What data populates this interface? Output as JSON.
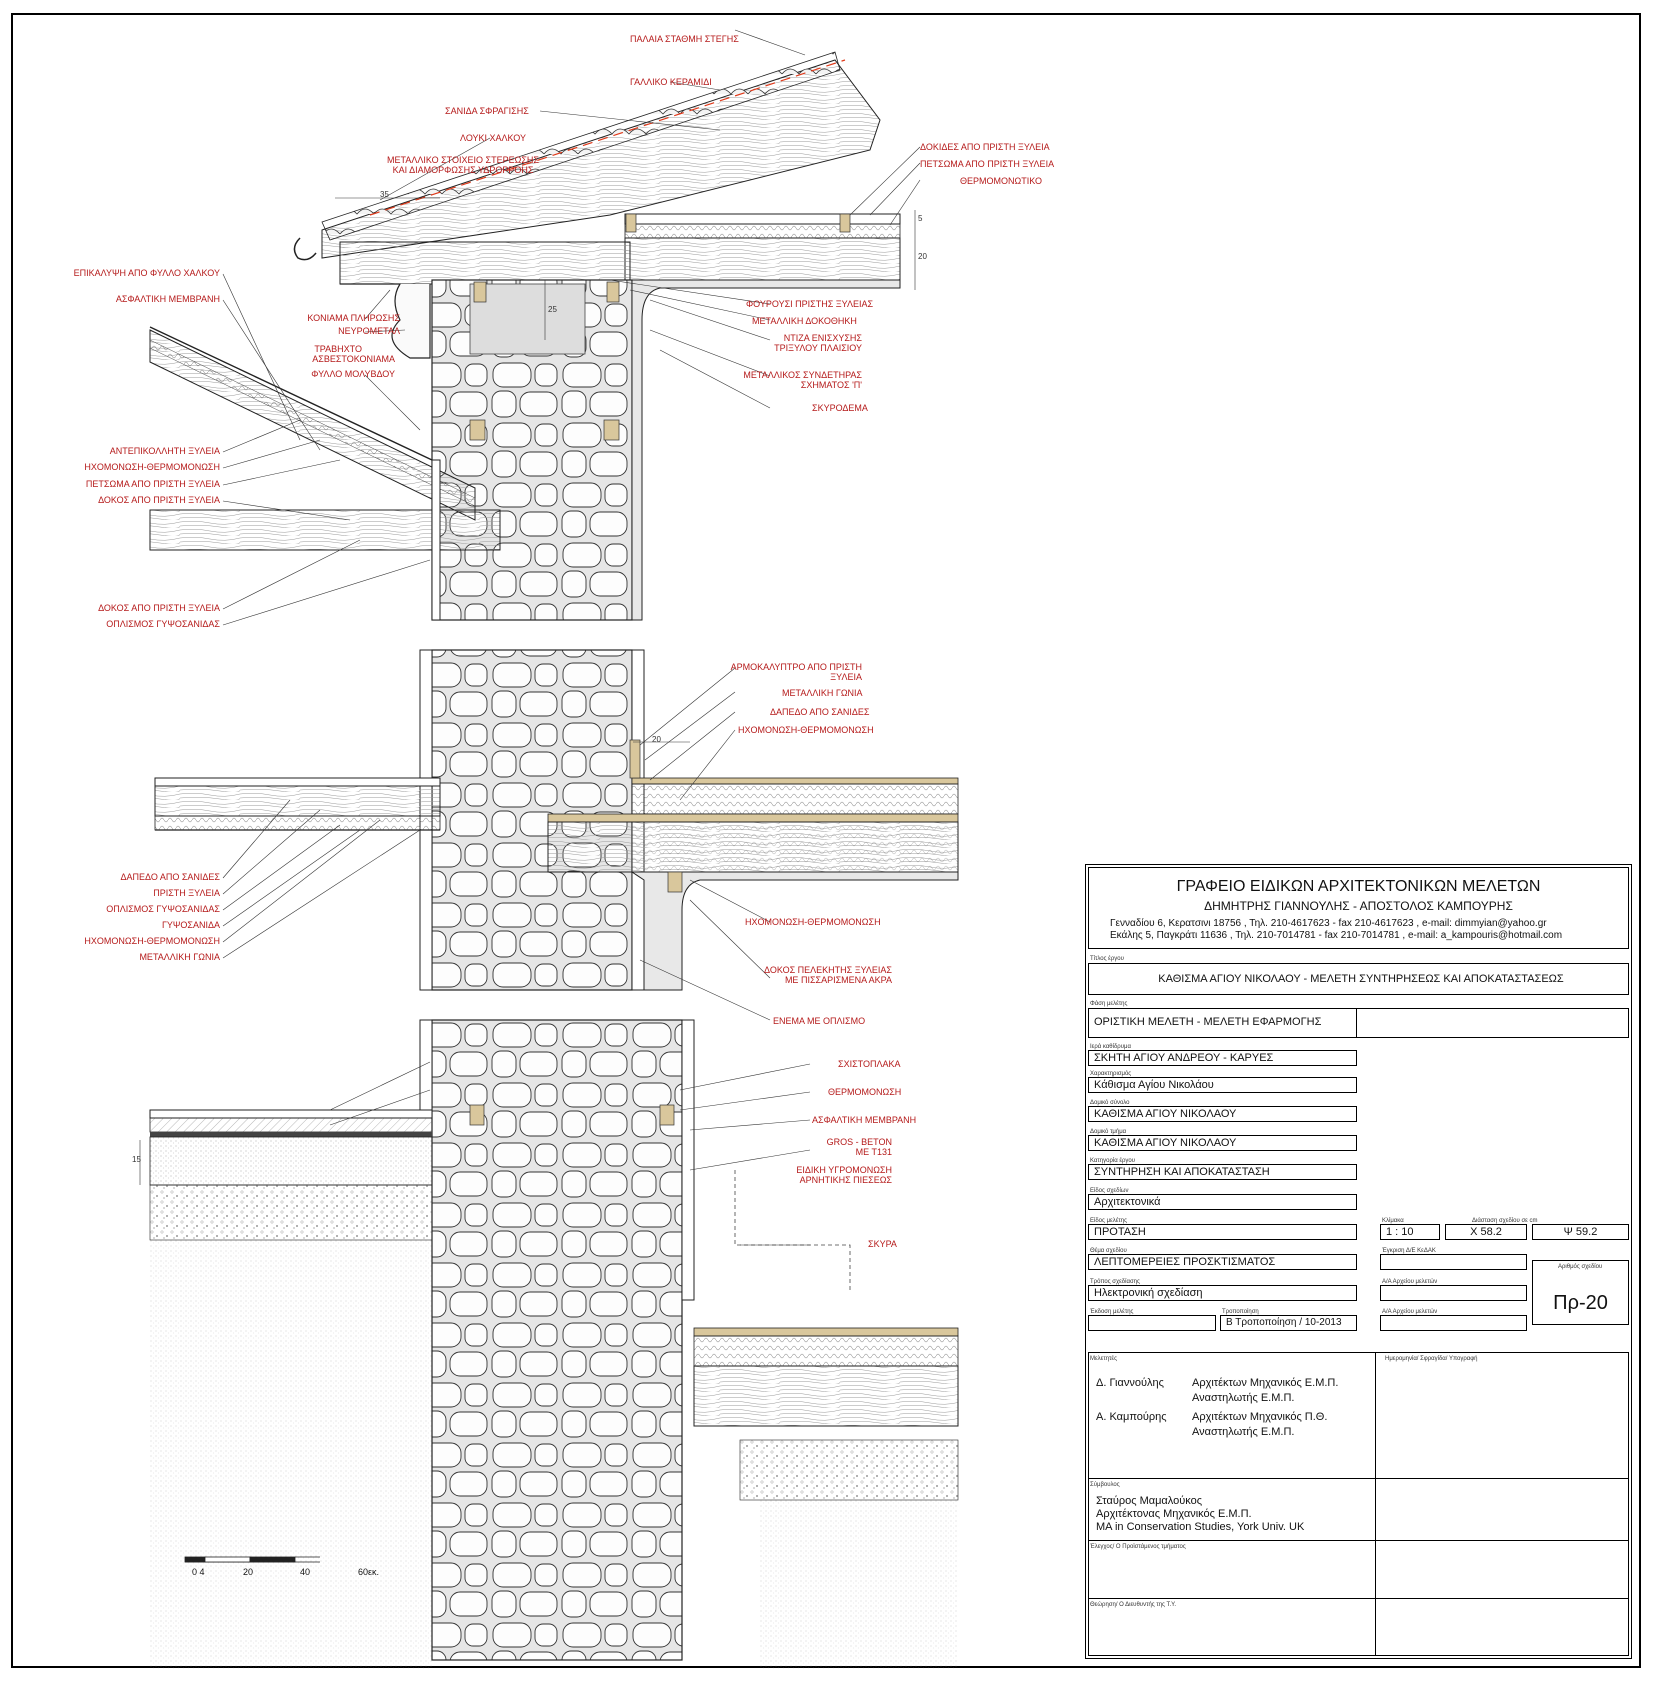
{
  "labels": {
    "palaia_stathmi": "ΠΑΛΑΙΑ ΣΤΑΘΜΗ ΣΤΕΓΗΣ",
    "galliko": "ΓΑΛΛΙΚΟ ΚΕΡΑΜΙΔΙ",
    "sanida": "ΣΑΝΙΔΑ ΣΦΡΑΓΙΣΗΣ",
    "louki": "ΛΟΥΚΙ ΧΑΛΚΟΥ",
    "metalliko_1": "ΜΕΤΑΛΛΙΚΟ ΣΤΟΙΧΕΙΟ ΣΤΕΡΕΩΣΗΣ",
    "metalliko_2": "ΚΑΙ ΔΙΑΜΟΡΦΩΣΗΣ ΥΔΡΟΡΡΟΗΣ",
    "dokides": "ΔΟΚΙΔΕΣ ΑΠΟ ΠΡΙΣΤΗ ΞΥΛΕΙΑ",
    "petsoma_top": "ΠΕΤΣΩΜΑ ΑΠΟ ΠΡΙΣΤΗ ΞΥΛΕΙΑ",
    "thermomonotiko": "ΘΕΡΜΟΜΟΝΩΤΙΚΟ",
    "epikalypsi": "ΕΠΙΚΑΛΥΨΗ ΑΠΟ ΦΥΛΛΟ ΧΑΛΚΟΥ",
    "asfaltiki_top": "ΑΣΦΑΛΤΙΚΗ ΜΕΜΒΡΑΝΗ",
    "koniama": "ΚΟΝΙΑΜΑ ΠΛΗΡΩΣΗΣ",
    "neyrometal": "ΝΕΥΡΟΜΕΤΑΛ",
    "travixto_1": "ΤΡΑΒΗΧΤΟ",
    "travixto_2": "ΑΣΒΕΣΤΟΚΟΝΙΑΜΑ",
    "fyllo_molyvdou": "ΦΥΛΛΟ ΜΟΛΥΒΔΟΥ",
    "fourousi": "ΦΟΥΡΟΥΣΙ ΠΡΙΣΤΗΣ ΞΥΛΕΙΑΣ",
    "metalliki_dokothiki": "ΜΕΤΑΛΛΙΚΗ ΔΟΚΟΘΗΚΗ",
    "ntiza_1": "ΝΤΙΖΑ ΕΝΙΣΧΥΣΗΣ",
    "ntiza_2": "ΤΡΙΞΥΛΟΥ ΠΛΑΙΣΙΟΥ",
    "syndetiras_1": "ΜΕΤΑΛΛΙΚΟΣ ΣΥΝΔΕΤΗΡΑΣ",
    "syndetiras_2": "ΣΧΗΜΑΤΟΣ 'Π'",
    "skyrodema": "ΣΚΥΡΟΔΕΜΑ",
    "antepikolliti": "ΑΝΤΕΠΙΚΟΛΛΗΤΗ ΞΥΛΕΙΑ",
    "ixomonosi_1": "ΗΧΟΜΟΝΩΣΗ-ΘΕΡΜΟΜΟΝΩΣΗ",
    "petsoma_left": "ΠΕΤΣΩΜΑ ΑΠΟ ΠΡΙΣΤΗ ΞΥΛΕΙΑ",
    "dokos_left_1": "ΔΟΚΟΣ ΑΠΟ ΠΡΙΣΤΗ ΞΥΛΕΙΑ",
    "dokos_left_2": "ΔΟΚΟΣ ΑΠΟ ΠΡΙΣΤΗ ΞΥΛΕΙΑ",
    "oplismos_1": "ΟΠΛΙΣΜΟΣ ΓΥΨΟΣΑΝΙΔΑΣ",
    "armokalyptro_1": "ΑΡΜΟΚΑΛΥΠΤΡΟ ΑΠΟ ΠΡΙΣΤΗ",
    "armokalyptro_2": "ΞΥΛΕΙΑ",
    "metalliki_gonia_r": "ΜΕΤΑΛΛΙΚΗ ΓΩΝΙΑ",
    "dapedo_r": "ΔΑΠΕΔΟ ΑΠΟ ΣΑΝΙΔΕΣ",
    "ixomonosi_r1": "ΗΧΟΜΟΝΩΣΗ-ΘΕΡΜΟΜΟΝΩΣΗ",
    "dapedo_l": "ΔΑΠΕΔΟ ΑΠΟ ΣΑΝΙΔΕΣ",
    "pristi": "ΠΡΙΣΤΗ ΞΥΛΕΙΑ",
    "oplismos_2": "ΟΠΛΙΣΜΟΣ ΓΥΨΟΣΑΝΙΔΑΣ",
    "gypsosanida": "ΓΥΨΟΣΑΝΙΔΑ",
    "ixomonosi_l2": "ΗΧΟΜΟΝΩΣΗ-ΘΕΡΜΟΜΟΝΩΣΗ",
    "metalliki_gonia_l": "ΜΕΤΑΛΛΙΚΗ ΓΩΝΙΑ",
    "ixomonosi_r2": "ΗΧΟΜΟΝΩΣΗ-ΘΕΡΜΟΜΟΝΩΣΗ",
    "dokos_pel_1": "ΔΟΚΟΣ ΠΕΛΕΚΗΤΗΣ ΞΥΛΕΙΑΣ",
    "dokos_pel_2": "ΜΕ ΠΙΣΣΑΡΙΣΜΕΝΑ ΑΚΡΑ",
    "enema": "ΕΝΕΜΑ ΜΕ ΟΠΛΙΣΜΟ",
    "sxistoplaka": "ΣΧΙΣΤΟΠΛΑΚΑ",
    "thermomonosi": "ΘΕΡΜΟΜΟΝΩΣΗ",
    "asfaltiki_bot": "ΑΣΦΑΛΤΙΚΗ ΜΕΜΒΡΑΝΗ",
    "gros_1": "GROS - BETON",
    "gros_2": "ΜΕ Τ131",
    "eidiki_1": "ΕΙΔΙΚΗ ΥΓΡΟΜΟΝΩΣΗ",
    "eidiki_2": "ΑΡΝΗΤΙΚΗΣ ΠΙΕΣΕΩΣ",
    "skyra": "ΣΚΥΡΑ"
  },
  "dims": {
    "d35": "35",
    "d20a": "20",
    "d25": "25",
    "d5": "5",
    "d20b": "20",
    "d15": "15"
  },
  "scale_bar": [
    "0 4",
    "20",
    "40",
    "60εκ."
  ],
  "title_block": {
    "office": "ΓΡΑΦΕΙΟ ΕΙΔΙΚΩΝ ΑΡΧΙΤΕΚΤΟΝΙΚΩΝ ΜΕΛΕΤΩΝ",
    "partners": "ΔΗΜΗΤΡΗΣ ΓΙΑΝΝΟΥΛΗΣ  -  ΑΠΟΣΤΟΛΟΣ ΚΑΜΠΟΥΡΗΣ",
    "addr1": "Γενναδίου 6, Κερατσινι 18756 , Τηλ. 210-4617623 - fax 210-4617623 , e-mail: dimmyian@yahoo.gr",
    "addr2": "Εκάλης 5, Παγκράτι 11636 , Τηλ. 210-7014781 - fax 210-7014781 , e-mail: a_kampouris@hotmail.com",
    "l_title": "Τίτλος έργου",
    "project_title": "ΚΑΘΙΣΜΑ ΑΓΙΟΥ ΝΙΚΟΛΑΟΥ - ΜΕΛΕΤΗ ΣΥΝΤΗΡΗΣΕΩΣ ΚΑΙ ΑΠΟΚΑΤΑΣΤΑΣΕΩΣ",
    "l_phase": "Φάση μελέτης",
    "phase": "ΟΡΙΣΤΙΚΗ ΜΕΛΕΤΗ - ΜΕΛΕΤΗ ΕΦΑΡΜΟΓΗΣ",
    "l_holy": "Ιερά καθίδρυμα",
    "holy": "ΣΚΗΤΗ ΑΓΙΟΥ ΑΝΔΡΕΟΥ - ΚΑΡΥΕΣ",
    "l_char": "Χαρακτηρισμός",
    "char": "Κάθισμα Αγίου Νικολάου",
    "l_complex": "Δομικό σύνολο",
    "complex": "ΚΑΘΙΣΜΑ ΑΓΙΟΥ ΝΙΚΟΛΑΟΥ",
    "l_part": "Δομικό τμήμα",
    "part": "ΚΑΘΙΣΜΑ ΑΓΙΟΥ ΝΙΚΟΛΑΟΥ",
    "l_category": "Κατηγορία έργου",
    "category": "ΣΥΝΤΗΡΗΣΗ ΚΑΙ ΑΠΟΚΑΤΑΣΤΑΣΗ",
    "l_type": "Είδος σχεδίων",
    "type": "Αρχιτεκτονικά",
    "l_study": "Είδος μελέτης",
    "study": "ΠΡΟΤΑΣΗ",
    "l_scale": "Κλίμακα",
    "scale": "1 : 10",
    "l_dim": "Διάσταση σχεδίου σε cm",
    "dim_x": "Χ  58.2",
    "dim_y": "Ψ  59.2",
    "l_subject": "Θέμα σχεδίου",
    "subject": "ΛΕΠΤΟΜΕΡΕΙΕΣ ΠΡΟΣΚΤΙΣΜΑΤΟΣ",
    "l_approval": "Έγκριση Δ/Ε ΚεΔΑΚ",
    "l_method": "Τρόπος σχεδίασης",
    "method": "Ηλεκτρονική σχεδίαση",
    "l_aa1": "Α/Α Αρχείου μελετών",
    "l_drawno": "Αριθμός σχεδίου",
    "drawno": "Πρ-20",
    "l_edition": "Έκδοση μελέτης",
    "l_revision": "Τροποποίηση",
    "revision": "Β Τροποποίηση / 10-2013",
    "l_aa2": "Α/Α Αρχείου μελετών",
    "l_authors": "Μελετητές",
    "l_date_sig": "Ημερομηνία/ Σφραγίδα/ Υπογραφή",
    "a1_name": "Δ. Γιαννούλης",
    "a1_r1": "Αρχιτέκτων Μηχανικός Ε.Μ.Π.",
    "a1_r2": "Αναστηλωτής Ε.Μ.Π.",
    "a2_name": "Α. Καμπούρης",
    "a2_r1": "Αρχιτέκτων Μηχανικός Π.Θ.",
    "a2_r2": "Αναστηλωτής Ε.Μ.Π.",
    "l_advisor": "Σύμβουλος",
    "adv1": "Σταύρος  Μαμαλούκος",
    "adv2": "Αρχιτέκτονας Μηχανικός Ε.Μ.Π.",
    "adv3": "MA in Conservation Studies, York Univ. UK",
    "l_check": "Έλεγχος/ Ο Προϊστάμενος τμήματος",
    "l_approve": "Θεώρηση/ Ο Διευθυντής της Τ.Υ."
  },
  "colors": {
    "label_red": "#b51a1a",
    "wood": "#d9c79c",
    "stone_fill": "#fafafa",
    "roof_red_dash": "#e03a1a"
  }
}
